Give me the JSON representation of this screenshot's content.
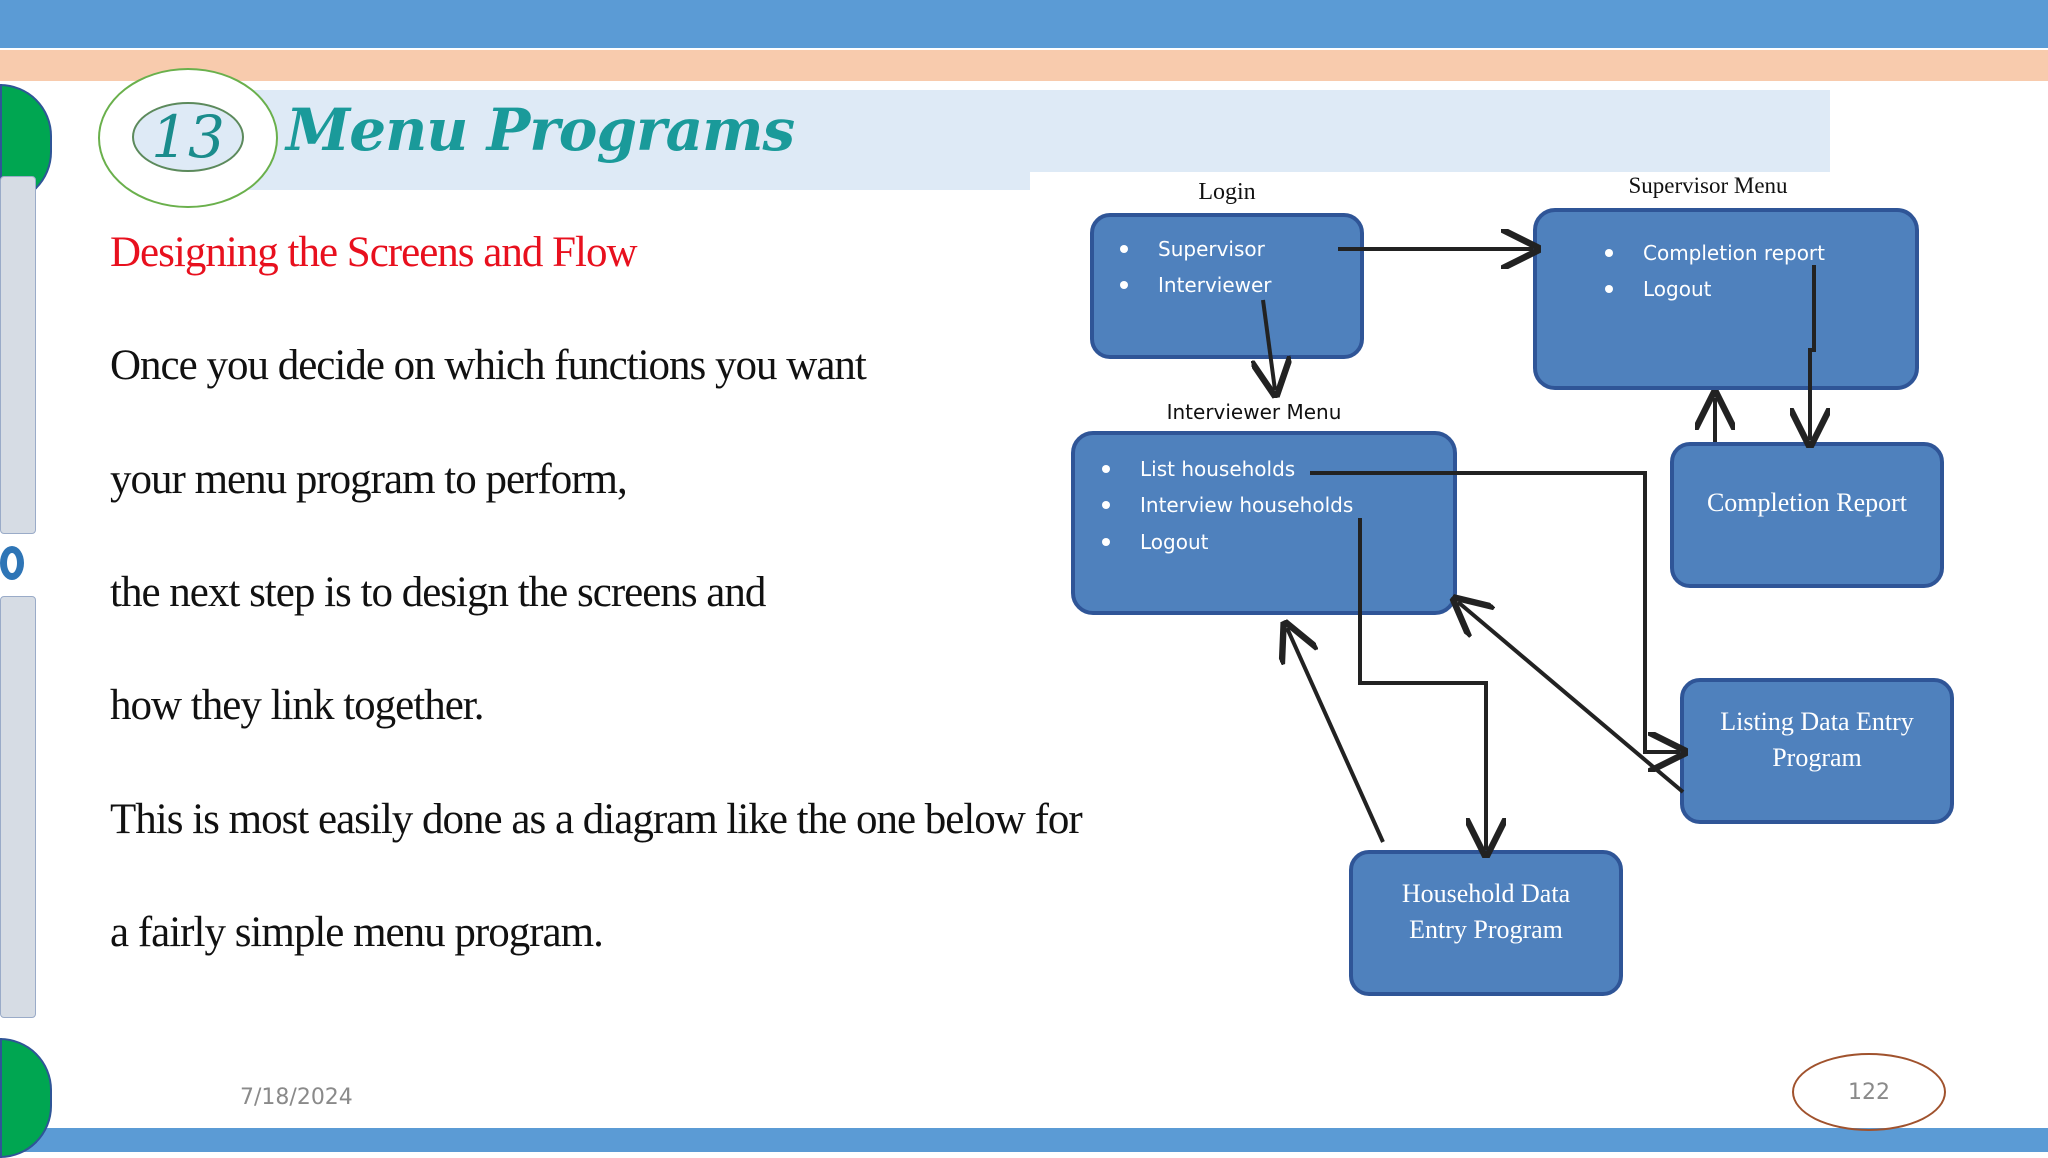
{
  "slide": {
    "number": "13",
    "title": "Menu Programs",
    "subtitle": "Designing the Screens and Flow",
    "body_lines": [
      "Once you decide on which functions you want",
      "your menu program to perform,",
      "the next step is to design the screens and",
      "how they link together.",
      "This is most easily done as a diagram like the one below for",
      "a fairly simple menu program."
    ],
    "date": "7/18/2024",
    "page_number": "122"
  },
  "diagram": {
    "login": {
      "label": "Login",
      "items": [
        "Supervisor",
        "Interviewer"
      ]
    },
    "supervisor_menu": {
      "label": "Supervisor Menu",
      "items": [
        "Completion report",
        "Logout"
      ]
    },
    "interviewer_menu": {
      "label": "Interviewer Menu",
      "items": [
        "List households",
        "Interview households",
        "Logout"
      ]
    },
    "completion_report": {
      "lines": [
        "Completion Report"
      ]
    },
    "listing_program": {
      "lines": [
        "Listing Data Entry",
        "Program"
      ]
    },
    "household_program": {
      "lines": [
        "Household Data",
        "Entry Program"
      ]
    }
  },
  "colors": {
    "top_band": "#5b9bd5",
    "peach_band": "#f8cbad",
    "title_band": "#deeaf6",
    "title_text": "#1a9a9a",
    "subtitle_text": "#e8101e",
    "box_fill": "#4f81bd",
    "box_border": "#2f5597"
  }
}
